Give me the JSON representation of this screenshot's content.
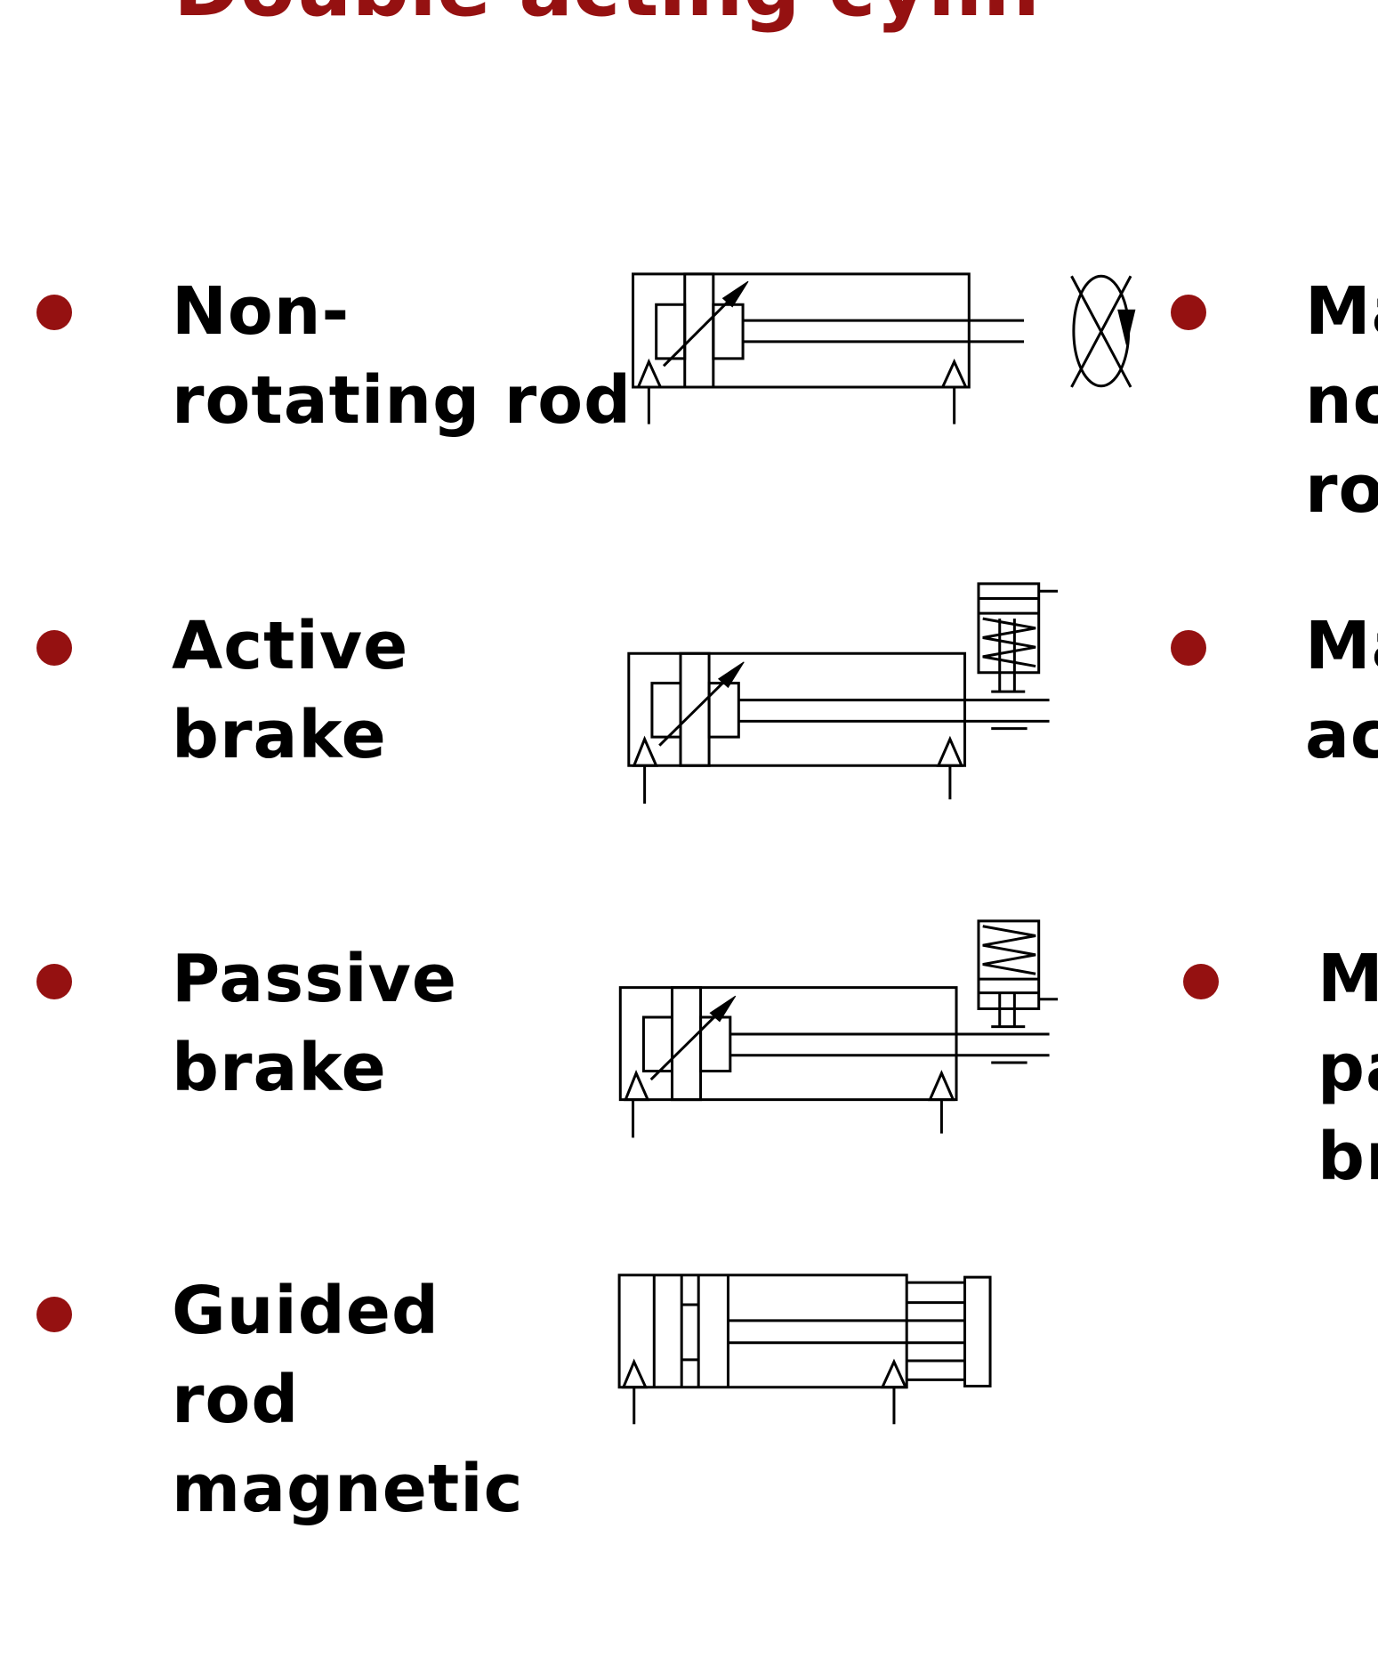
{
  "slide": {
    "title": "Double acting cylin",
    "accent_color": "#951111",
    "bullet_icon": "bullet-dot"
  },
  "left_items": [
    {
      "label": "Non-\nrotating rod",
      "symbol": "non-rotating-rod-cylinder-symbol"
    },
    {
      "label": "Active\nbrake",
      "symbol": "active-brake-cylinder-symbol"
    },
    {
      "label": "Passive\nbrake",
      "symbol": "passive-brake-cylinder-symbol"
    },
    {
      "label": "Guided\nrod\nmagnetic",
      "symbol": "guided-rod-cylinder-symbol"
    }
  ],
  "right_items": [
    {
      "label": "Ma\nno\nro"
    },
    {
      "label": "Ma\nac"
    },
    {
      "label": "M\npa\nbr"
    }
  ]
}
